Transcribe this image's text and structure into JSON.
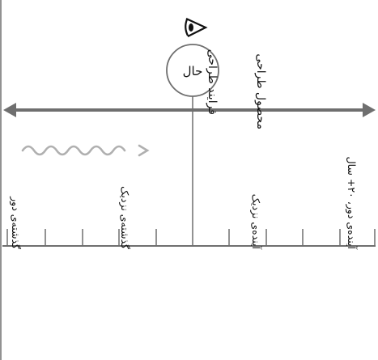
{
  "present": {
    "label": "حال"
  },
  "vertical_labels": {
    "design_process": "فرایند طراحی",
    "design_product": "محصول طراحی"
  },
  "timeline": {
    "labels": [
      {
        "id": "far-past",
        "text": "گذشته‌ی دور"
      },
      {
        "id": "near-past",
        "text": "گذشته‌ی نزدیک"
      },
      {
        "id": "near-future",
        "text": "آینده‌ی نزدیک"
      },
      {
        "id": "far-future",
        "text": "آینده‌ی دور، ۲۰+ سال"
      }
    ]
  },
  "colors": {
    "line": "#6f6f6f",
    "squiggle": "#b0b0b0",
    "text": "#111111"
  },
  "icons": {
    "eye": "eye-icon",
    "squiggle": "wavy-arrow-icon"
  }
}
